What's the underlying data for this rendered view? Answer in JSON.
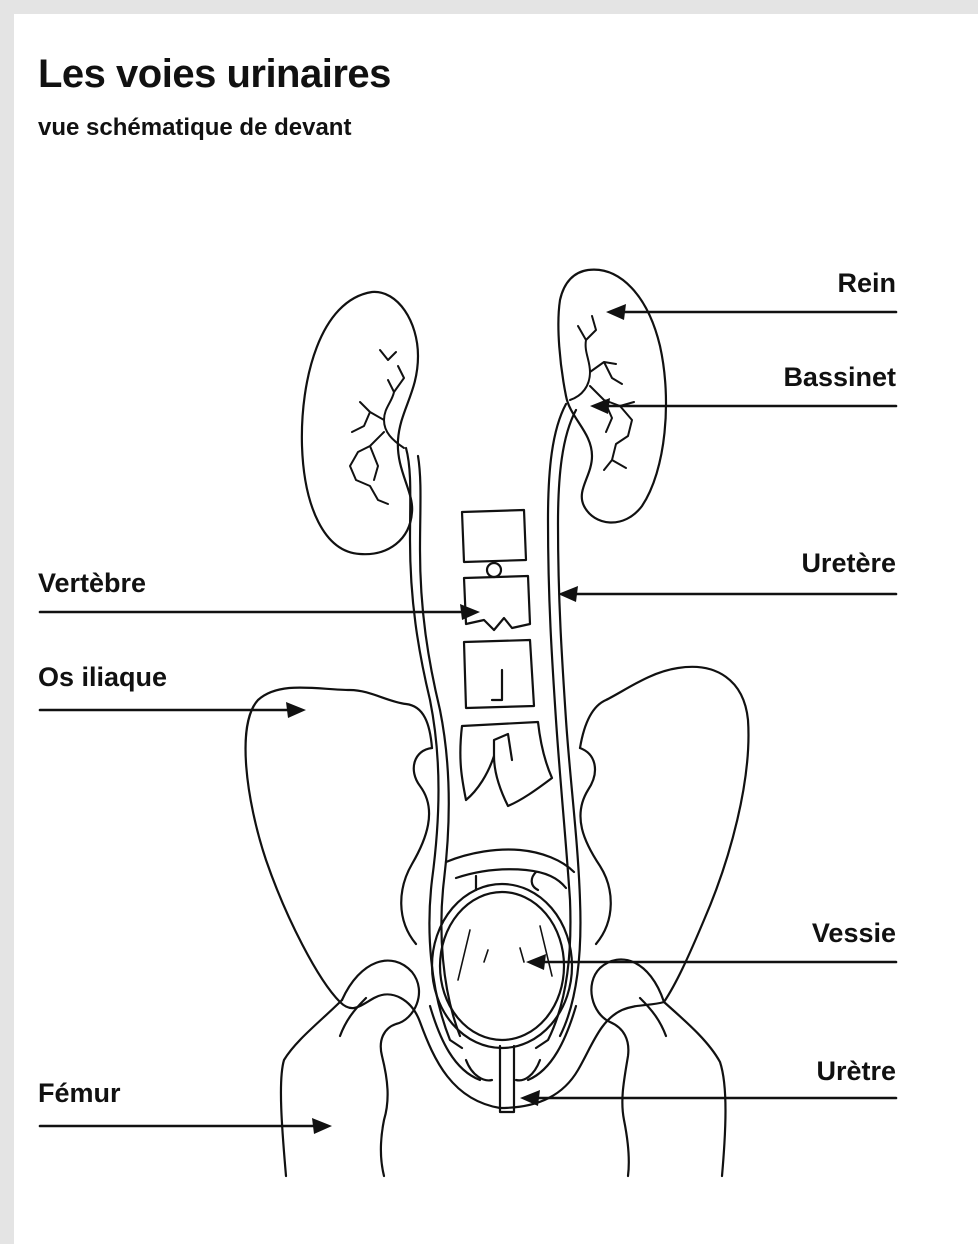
{
  "title": "Les voies urinaires",
  "subtitle": "vue schématique de devant",
  "labels": {
    "rein": "Rein",
    "bassinet": "Bassinet",
    "uretere": "Uretère",
    "vessie": "Vessie",
    "uretre": "Urètre",
    "vertebre": "Vertèbre",
    "os_iliaque": "Os iliaque",
    "femur": "Fémur"
  },
  "colors": {
    "line": "#111111",
    "background": "#ffffff",
    "frame": "#e4e4e4"
  }
}
